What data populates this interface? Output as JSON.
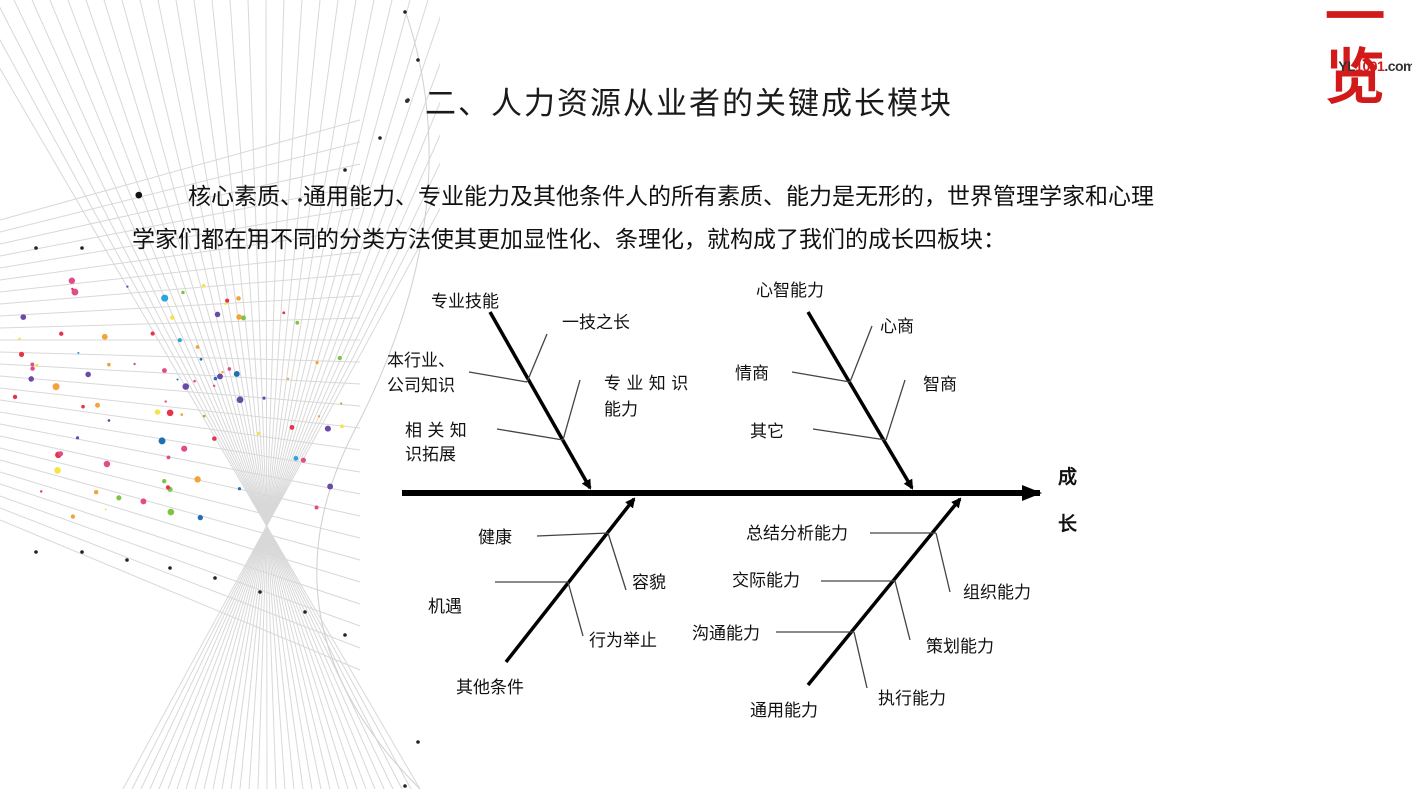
{
  "title": "二、人力资源从业者的关键成长模块",
  "intro": {
    "bullet": "•",
    "line1": "核心素质、通用能力、专业能力及其他条件人的所有素质、能力是无形的，世界管理学家和心理",
    "line2": "学家们都在用不同的分类方法使其更加显性化、条理化，就构成了我们的成长四板块："
  },
  "logo": {
    "glyph": "一览",
    "text_prefix": "YL",
    "text_red": "1001",
    "text_suffix": ".com"
  },
  "diagram": {
    "head_chars": [
      "成",
      "长"
    ],
    "top_left": {
      "branch": "专业技能",
      "b1": "一技之长",
      "b2_line1": "本行业、",
      "b2_line2": "公司知识",
      "b3_line1": "专 业 知 识",
      "b3_line2": "能力",
      "b4_line1": "相 关 知",
      "b4_line2": "识拓展"
    },
    "top_right": {
      "branch": "心智能力",
      "b1": "心商",
      "b2": "情商",
      "b3": "智商",
      "b4": "其它"
    },
    "bottom_left": {
      "branch": "其他条件",
      "b1": "健康",
      "b2": "容貌",
      "b3": "机遇",
      "b4": "行为举止"
    },
    "bottom_right": {
      "branch": "通用能力",
      "b1": "总结分析能力",
      "b2": "组织能力",
      "b3": "交际能力",
      "b4": "策划能力",
      "b5": "沟通能力",
      "b6": "执行能力"
    }
  },
  "colors": {
    "logo_red": "#d21a1a",
    "deco_dots": [
      "#e6334a",
      "#f2a33a",
      "#f6e24a",
      "#7cc443",
      "#2aa5d8",
      "#6a4aa8",
      "#1f6fb5",
      "#e04b8a"
    ]
  }
}
